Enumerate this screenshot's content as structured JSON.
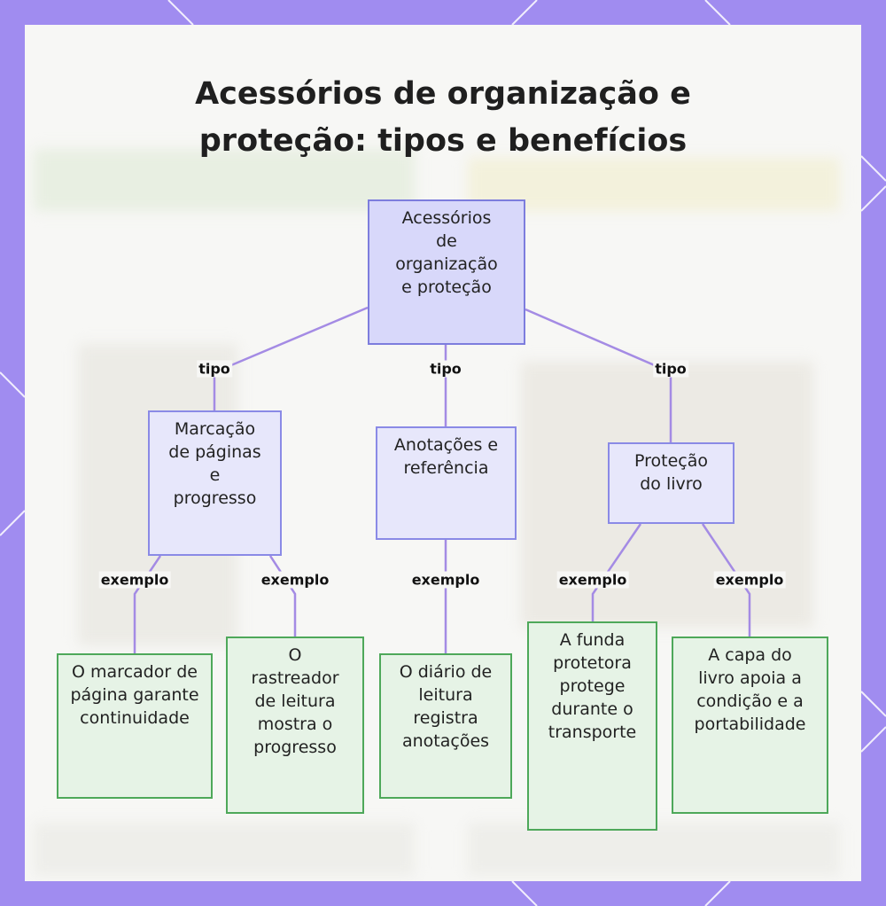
{
  "title": "Acessórios de organização e proteção: tipos e benefícios",
  "colors": {
    "frame": "#a08cf0",
    "root_fill": "#d8d8fa",
    "category_fill": "#e7e7fb",
    "category_border": "#8a8ae6",
    "example_fill": "#e6f3e6",
    "example_border": "#4ea85a",
    "connector": "#a48be4"
  },
  "nodes": {
    "root": "Acessórios de organização e proteção",
    "cat_marcacao": "Marcação de páginas e progresso",
    "cat_anotacoes": "Anotações e referência",
    "cat_protecao": "Proteção do livro",
    "ex_marcador": "O marcador de página garante continuidade",
    "ex_rastreador": "O rastreador de leitura mostra o progresso",
    "ex_diario": "O diário de leitura registra anotações",
    "ex_funda": "A funda protetora protege durante o transporte",
    "ex_capa": "A capa do livro apoia a condição e a portabilidade"
  },
  "edges": {
    "tipo": "tipo",
    "exemplo": "exemplo"
  }
}
